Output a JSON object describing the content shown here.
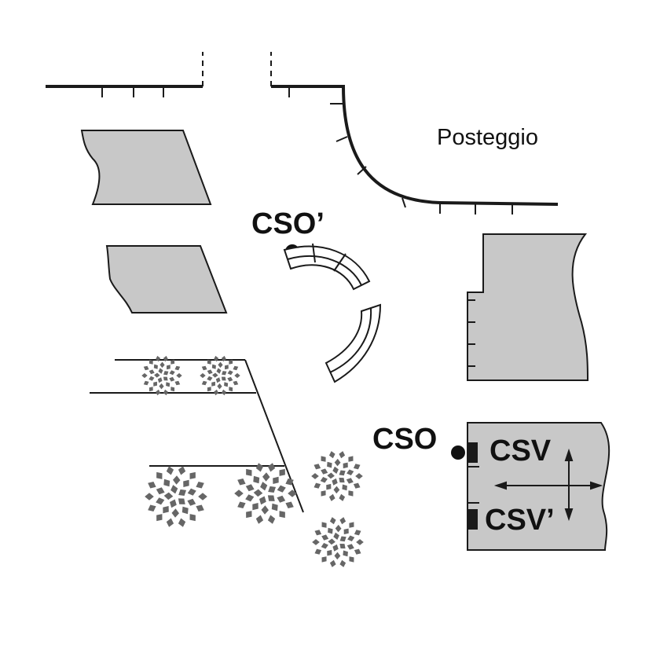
{
  "labels": {
    "parking": "Posteggio",
    "cso_prime": "CSO’",
    "cso": "CSO",
    "csv": "CSV",
    "csv_prime": "CSV’"
  },
  "colors": {
    "building_fill": "#c8c8c8",
    "line": "#1a1a1a",
    "tree": "#666666",
    "background": "#ffffff"
  }
}
